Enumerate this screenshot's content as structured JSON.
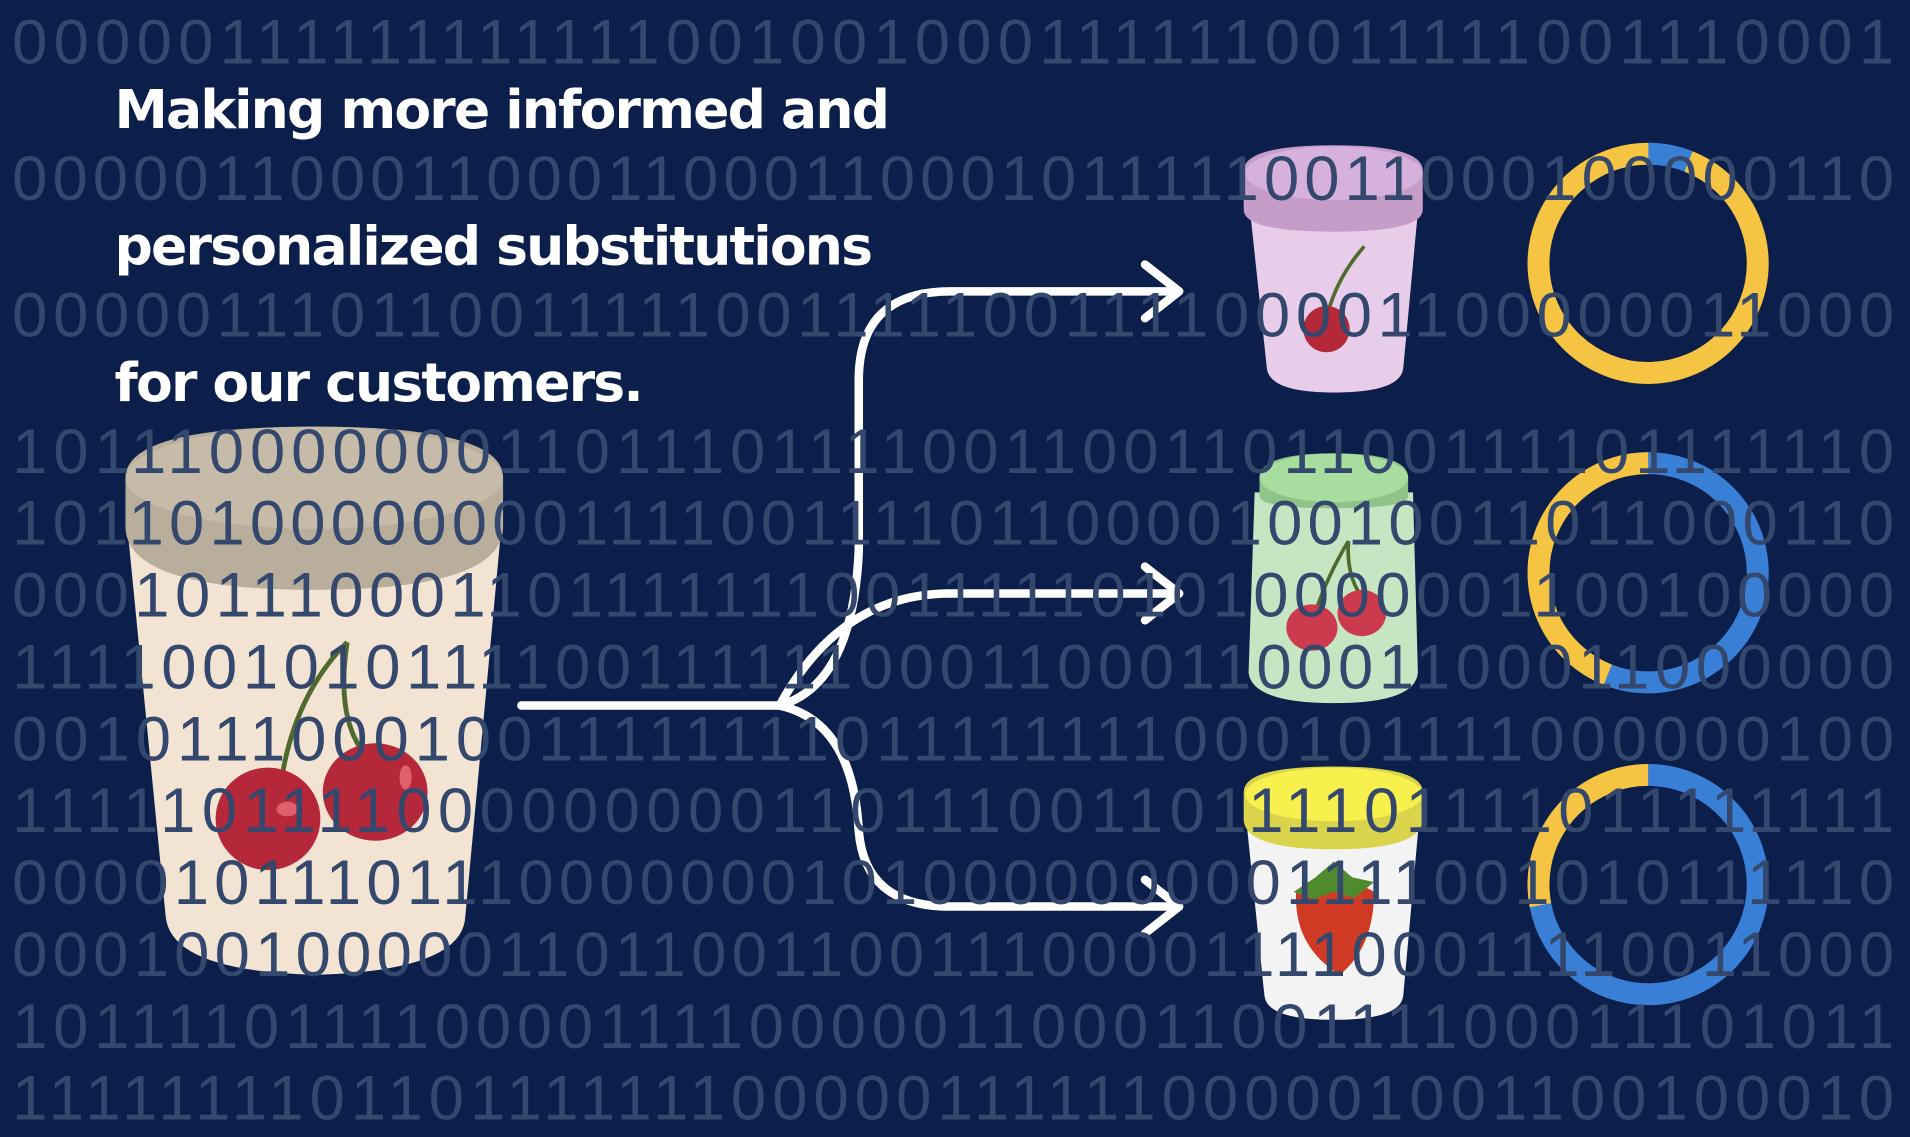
{
  "background_binary": [
    "000001111111111110010010001111110011111001110001",
    "000001100011000110001100010111110011000100000110",
    "000001110110011111001111100111100001100000011000",
    "101110000000110111011110011001101100111101111110",
    "101101000000001111001111011000010010011011000110",
    "000101110001101111111001111101010000001100100000",
    "111100101011110011111100011000110001100011000000",
    "001011100010011111111011111111000101111000000100",
    "111110111100000000011011100110111101111011111111",
    "000010111011100000001010000000001111001010111110",
    "000100100000110110011001110000111100011110011000",
    "101111011110000111100000110001100111100011101011",
    "111111110110111111100000111111000001001100100010"
  ],
  "headline": {
    "lines": [
      "Making more informed and",
      "personalized substitutions",
      "for our customers."
    ]
  },
  "colors": {
    "background": "#0c1f4a",
    "ring_yellow": "#f5c443",
    "ring_blue": "#3a7fd6"
  },
  "source_product": {
    "icon": "cherry-icon",
    "cup_color": "#f2e3d3"
  },
  "substitutes": [
    {
      "icon": "cherry-icon",
      "cup_color": "#e7cdea",
      "lid_color": "#d6b0dc",
      "match_fraction_blue": 0.06
    },
    {
      "icon": "cherries-icon",
      "cup_color": "#c6e5c3",
      "lid_color": "#a7dd9f",
      "match_fraction_blue": 0.56
    },
    {
      "icon": "strawberry-icon",
      "cup_color": "#f3f3f3",
      "lid_color": "#f8f04c",
      "match_fraction_blue": 0.72
    }
  ]
}
